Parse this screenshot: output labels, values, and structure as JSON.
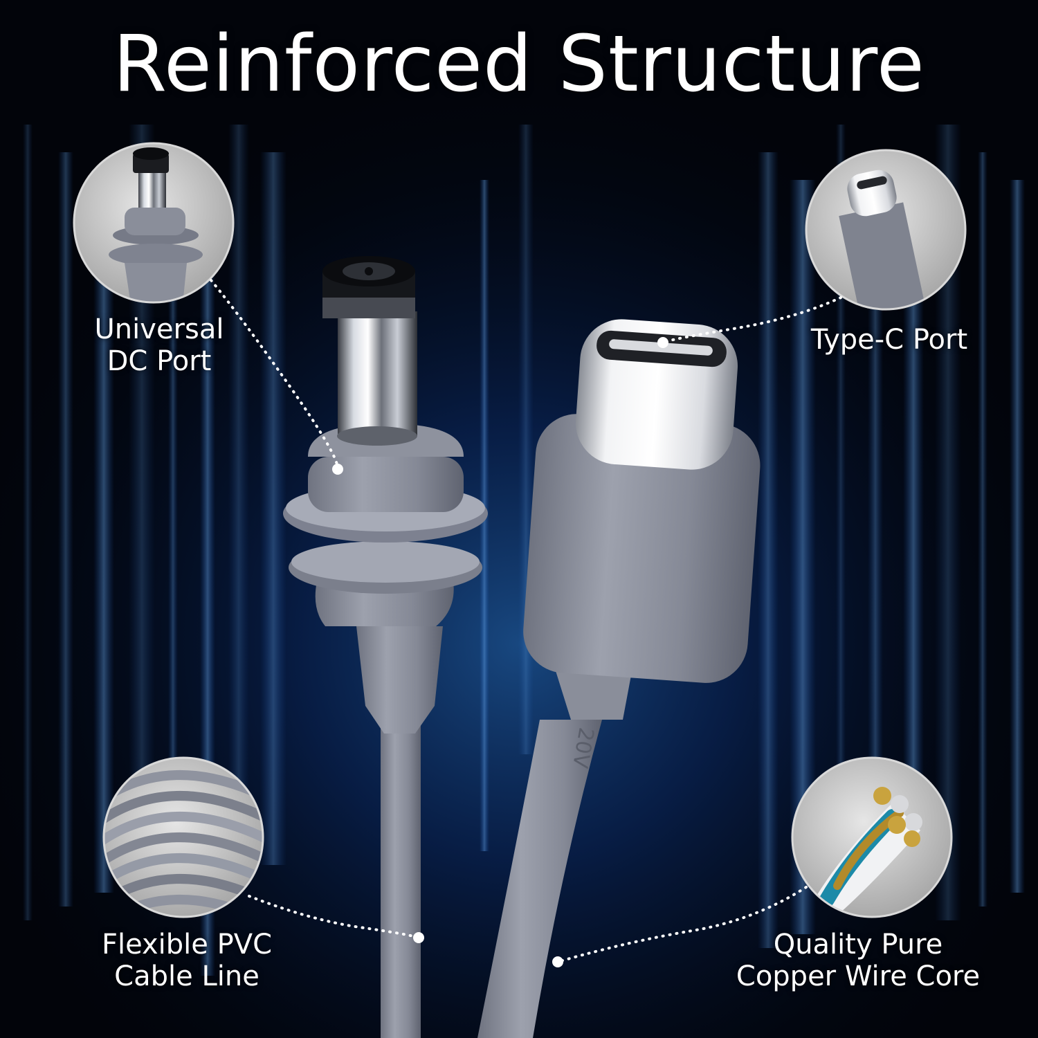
{
  "title": "Reinforced Structure",
  "callouts": {
    "dc_port": {
      "line1": "Universal",
      "line2": "DC Port"
    },
    "typec_port": {
      "line1": "Type-C Port"
    },
    "pvc_cable": {
      "line1": "Flexible PVC",
      "line2": "Cable Line"
    },
    "copper_core": {
      "line1": "Quality Pure",
      "line2": "Copper Wire Core"
    }
  },
  "cable_marking": "20V",
  "colors": {
    "background": "#02040a",
    "accent_blue": "#1e64d2",
    "cable_gray": "#8b8f9c",
    "inset_circle": "#bdbdbd",
    "text": "#ffffff"
  }
}
